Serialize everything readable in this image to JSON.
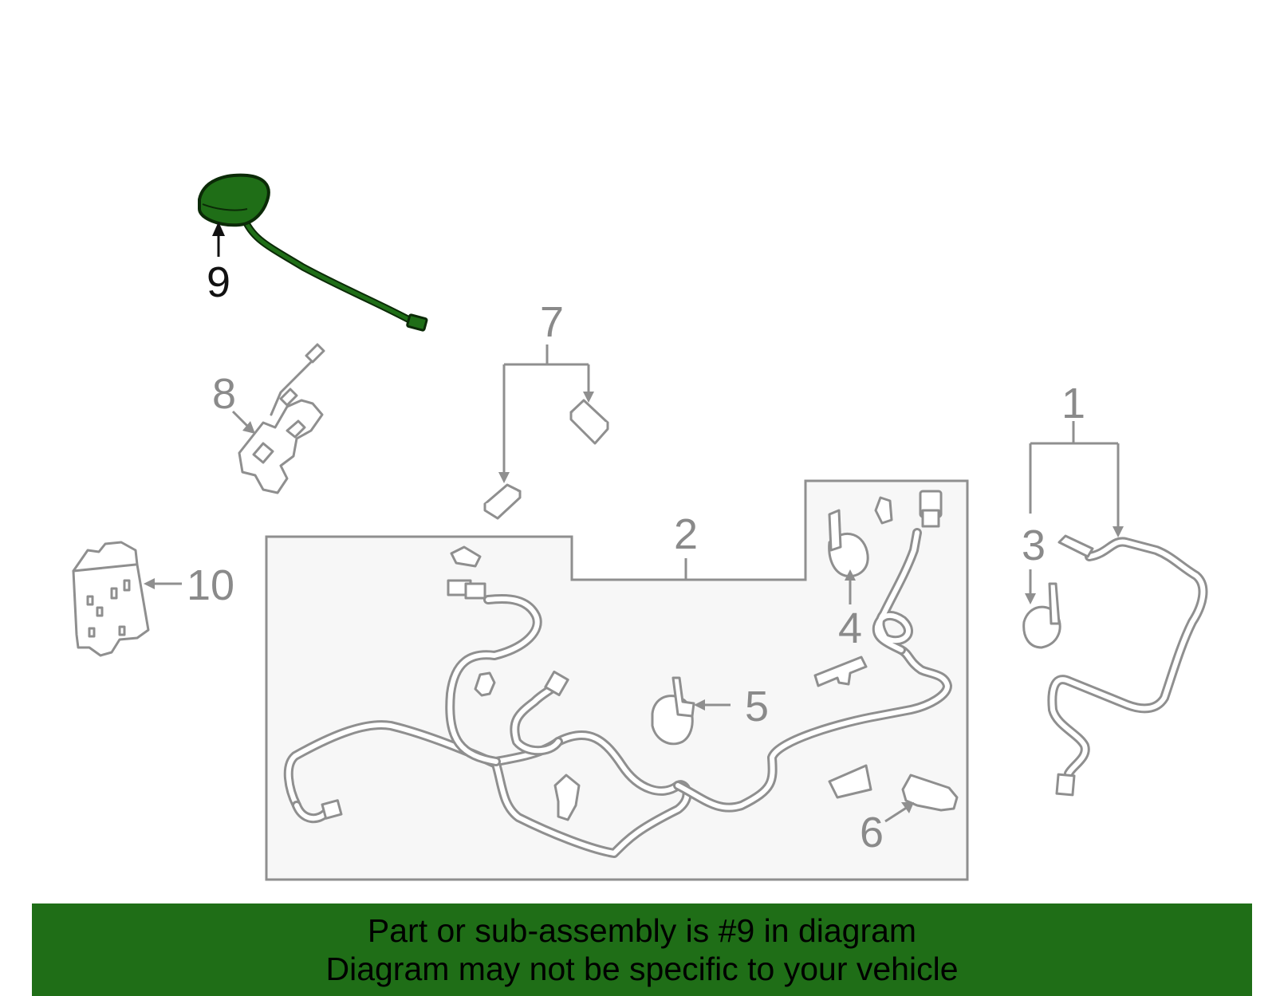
{
  "callouts": {
    "c1": "1",
    "c2": "2",
    "c3": "3",
    "c4": "4",
    "c5": "5",
    "c6": "6",
    "c7": "7",
    "c8": "8",
    "c9": "9",
    "c10": "10"
  },
  "highlighted_part": "9",
  "colors": {
    "highlight_part": "#1f6e17",
    "banner": "#1f6e17",
    "outline": "#8f8f8f",
    "box_fill": "#f7f7f7"
  },
  "banner": {
    "line1": "Part or sub-assembly is #9 in diagram",
    "line2": "Diagram may not be specific to your vehicle"
  }
}
